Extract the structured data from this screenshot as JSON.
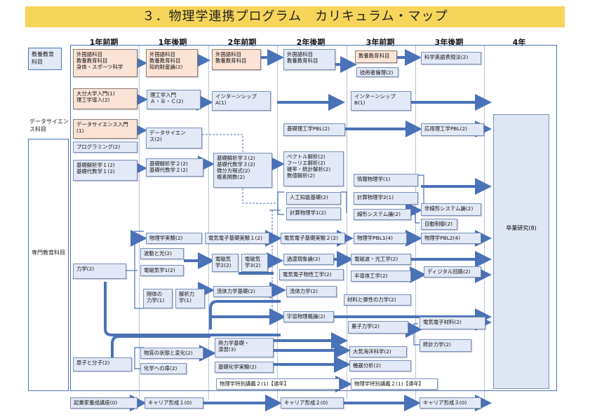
{
  "title": "３．物理学連携プログラム　カリキュラム・マップ",
  "columns": [
    "1年前期",
    "1年後期",
    "2年前期",
    "2年後期",
    "3年前期",
    "3年後期",
    "4年"
  ],
  "categories": {
    "general": "教養教育科目",
    "data_science": "データサイエンス科目",
    "specialized": "専門教育科目"
  },
  "courses": {
    "y1a_lang": "外国語科目\n教養教育科目\n身体・スポーツ科学",
    "y1b_lang": "外国語科目\n教養教育科目\n知的財産論(2)",
    "y2a_lang": "外国語科目\n教養教育科目",
    "y2b_lang": "外国語科目\n教養教育科目",
    "y3a_lib": "教養教育科目",
    "y3a_ethics": "技術者倫理(2)",
    "y3b_eng": "科学英語表現法(2)",
    "y1a_intro": "大分大学入門(1)\n理工学導入(2)",
    "y1b_rikou": "理工学入門\nＡ・Ｂ・Ｃ(2)",
    "y2a_intern": "インターンシップ\nA(1)",
    "y3a_intern": "インターンシップ\nB(1)",
    "y1a_ds": "データサイエンス入門(1)",
    "y1a_prog": "プログラミング(2)",
    "y1b_ds": "データサイエン\nス(2)",
    "y2b_pbl": "基礎理工学PBL(2)",
    "y3b_pbl": "応用理工学PBL(2)",
    "y1a_math": "基礎解析学１(2)\n基礎代数学１(2)",
    "y1b_math": "基礎解析学２(2)\n基礎代数学２(2)",
    "y2a_math": "基礎解析学３(2)\n基礎代数学３(2)\n微分方程式(2)\n複素関数(2)",
    "y2b_math": "ベクトル解析(2)\nフーリエ解析(2)\n確率・統計解析(2)\n数値解析(2)",
    "y3a_info": "情報物理学(1)",
    "y3a_comp2": "計算物理学2(1)",
    "y2b_ai": "人工知能基礎(2)",
    "y2b_comp1": "計算物理学1(2)",
    "y3a_linear": "線形システム論(2)",
    "y3b_nonlinear": "非線形システム論(2)",
    "y3b_control": "自動制御(2)",
    "y1b_exp": "物理学実験(2)",
    "y2a_exp1": "電気電子基礎実験１(2)",
    "y2b_exp2": "電気電子基礎実験２(2)",
    "y3a_pbl1": "物理学PBL1(4)",
    "y3b_pbl2": "物理学PBL2(4)",
    "y1b_wave": "波動と光(2)",
    "y1b_em1": "電磁気学1(2)",
    "y2a_em2": "電磁気\n学2(2)",
    "y2a_em3": "電磁気\n学3(2)",
    "y2b_trans": "過渡現象論(2)",
    "y3a_emwave": "電磁波・光工学(2)",
    "y2b_matprop": "電気電子物性工学(2)",
    "y3a_semi": "半導体工学(2)",
    "y3b_digital": "ディジタル回路(2)",
    "y1a_mech": "力学(2)",
    "y1b_rigid": "剛体の\n力学(1)",
    "y1b_anal": "解析力\n学(1)",
    "y2a_fluid": "流体力学基礎(2)",
    "y2b_fluid": "流体力学(2)",
    "y3a_elastic": "材料と弾性の力学(2)",
    "y2b_cosmo": "宇宙物理概論(2)",
    "y3a_quantum": "量子力学(2)",
    "y3b_emmat": "電気電子材料(2)",
    "y3b_stat": "統計力学(2)",
    "y1b_matter": "物質の状態と変化(2)",
    "y1b_chem": "化学への扉(2)",
    "y2a_thermo": "熱力学基礎・\n演習(3)",
    "y3a_atmos": "大気海洋科学(2)",
    "y1a_atom": "原子と分子(2)",
    "y2a_chemexp": "基礎化学実験(2)",
    "y3a_instr": "機器分析(2)",
    "y2a_lect1": "物理学特別講義２(1)【通年】",
    "y3a_lect2": "物理学特別講義２(1)【通年】",
    "y1a_entre": "起業家養成講座(0)",
    "y1b_career1": "キャリア形成１(0)",
    "y2b_career2": "キャリア形成２(0)",
    "y3b_career3": "キャリア形成３(0)",
    "y4_thesis": "卒業研究(8)"
  }
}
